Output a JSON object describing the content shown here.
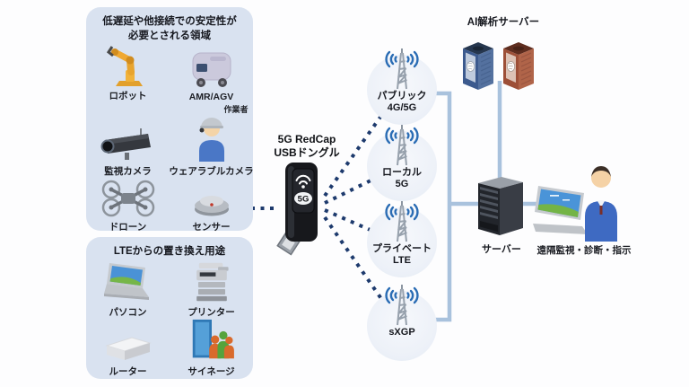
{
  "diagram": {
    "left_top_box": {
      "title_line1": "低遅延や他接続での安定性が",
      "title_line2": "必要とされる領域",
      "items": [
        {
          "label": "ロボット"
        },
        {
          "label": "AMR/AGV"
        },
        {
          "label": "監視カメラ"
        },
        {
          "label": "ウェアラブルカメラ",
          "sublabel": "作業者"
        },
        {
          "label": "ドローン"
        },
        {
          "label": "センサー"
        }
      ]
    },
    "left_bottom_box": {
      "title": "LTEからの置き換え用途",
      "items": [
        {
          "label": "パソコン"
        },
        {
          "label": "プリンター"
        },
        {
          "label": "ルーター"
        },
        {
          "label": "サイネージ"
        }
      ]
    },
    "dongle": {
      "label_line1": "5G RedCap",
      "label_line2": "USBドングル",
      "badge": "5G"
    },
    "networks": [
      {
        "line1": "パブリック",
        "line2": "4G/5G"
      },
      {
        "line1": "ローカル",
        "line2": "5G"
      },
      {
        "line1": "プライベート",
        "line2": "LTE"
      },
      {
        "line1": "sXGP",
        "line2": ""
      }
    ],
    "right": {
      "ai_server_label": "AI解析サーバー",
      "server_label": "サーバー",
      "monitoring_label": "遠隔監視・診断・指示"
    },
    "colors": {
      "panel_bg": "#d9e2f0",
      "circle_bg": "#edf1f8",
      "connector_line": "#a9c2dd",
      "dotted_line": "#1d3a6d",
      "wifi_arc_blue": "#2a6cb4",
      "ai_server_blue": "#3c5a8e",
      "ai_server_red": "#9d4f37"
    }
  }
}
